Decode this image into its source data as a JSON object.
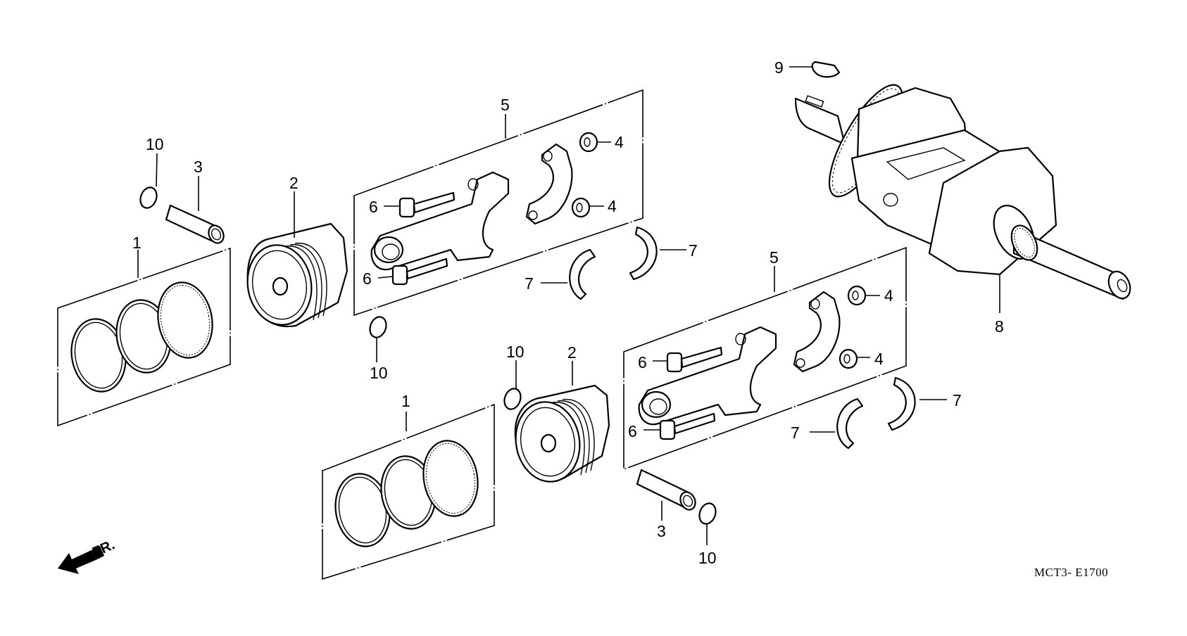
{
  "diagram": {
    "title": "Piston / Connecting Rod / Crankshaft exploded view",
    "code": "MCT3- E1700",
    "front_indicator": "FR.",
    "callouts": [
      {
        "id": "c1a",
        "text": "1",
        "part": "piston-ring-set"
      },
      {
        "id": "c1b",
        "text": "1",
        "part": "piston-ring-set"
      },
      {
        "id": "c2a",
        "text": "2",
        "part": "piston"
      },
      {
        "id": "c2b",
        "text": "2",
        "part": "piston"
      },
      {
        "id": "c3a",
        "text": "3",
        "part": "piston-pin"
      },
      {
        "id": "c3b",
        "text": "3",
        "part": "piston-pin"
      },
      {
        "id": "c4a",
        "text": "4",
        "part": "connecting-rod-nut"
      },
      {
        "id": "c4b",
        "text": "4",
        "part": "connecting-rod-nut"
      },
      {
        "id": "c4c",
        "text": "4",
        "part": "connecting-rod-nut"
      },
      {
        "id": "c4d",
        "text": "4",
        "part": "connecting-rod-nut"
      },
      {
        "id": "c5a",
        "text": "5",
        "part": "connecting-rod-assembly"
      },
      {
        "id": "c5b",
        "text": "5",
        "part": "connecting-rod-assembly"
      },
      {
        "id": "c6a",
        "text": "6",
        "part": "connecting-rod-bolt"
      },
      {
        "id": "c6b",
        "text": "6",
        "part": "connecting-rod-bolt"
      },
      {
        "id": "c6c",
        "text": "6",
        "part": "connecting-rod-bolt"
      },
      {
        "id": "c6d",
        "text": "6",
        "part": "connecting-rod-bolt"
      },
      {
        "id": "c7a",
        "text": "7",
        "part": "connecting-rod-bearing"
      },
      {
        "id": "c7b",
        "text": "7",
        "part": "connecting-rod-bearing"
      },
      {
        "id": "c7c",
        "text": "7",
        "part": "connecting-rod-bearing"
      },
      {
        "id": "c7d",
        "text": "7",
        "part": "connecting-rod-bearing"
      },
      {
        "id": "c8",
        "text": "8",
        "part": "crankshaft"
      },
      {
        "id": "c9",
        "text": "9",
        "part": "woodruff-key"
      },
      {
        "id": "c10a",
        "text": "10",
        "part": "piston-pin-clip"
      },
      {
        "id": "c10b",
        "text": "10",
        "part": "piston-pin-clip"
      },
      {
        "id": "c10c",
        "text": "10",
        "part": "piston-pin-clip"
      },
      {
        "id": "c10d",
        "text": "10",
        "part": "piston-pin-clip"
      }
    ]
  }
}
